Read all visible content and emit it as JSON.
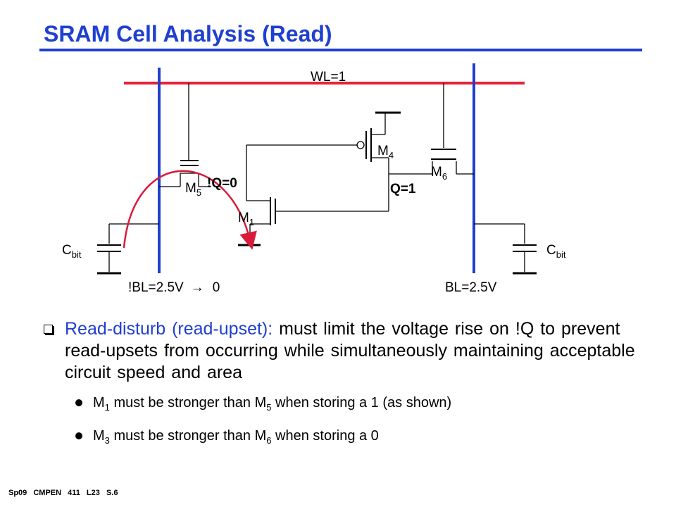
{
  "slide": {
    "title": "SRAM Cell Analysis (Read)",
    "footer": "Sp09  CMPEN 411  L23  S.6"
  },
  "circuit": {
    "wordline": "WL=1",
    "transistors": [
      {
        "name": "M",
        "sub": "4"
      },
      {
        "name": "M",
        "sub": "6"
      },
      {
        "name": "M",
        "sub": "5"
      },
      {
        "name": "M",
        "sub": "1"
      }
    ],
    "nodes": {
      "qbar": "!Q=0",
      "q": "Q=1"
    },
    "caps": {
      "name": "C",
      "sub": "bit"
    },
    "bitline_bar": "!BL=2.5V",
    "bitline_bar_arrow": "→",
    "bitline_bar_to": "0",
    "bitline": "BL=2.5V",
    "colors": {
      "wordline": "#e8213a",
      "bitline": "#1f3fd0",
      "read_path": "#d81b3a"
    }
  },
  "bullets": {
    "main_highlight": "Read-disturb (read-upset):",
    "main_text": "must limit the voltage rise on !Q to prevent read-upsets from occurring while simultaneously maintaining acceptable circuit speed and area",
    "sub1": {
      "a": "M",
      "a_sub": "1",
      "b": "must be stronger than M",
      "b_sub": "5",
      "c": "when storing a 1 (as shown)"
    },
    "sub2": {
      "a": "M",
      "a_sub": "3",
      "b": "must be stronger than M",
      "b_sub": "6",
      "c": "when storing a 0"
    }
  }
}
